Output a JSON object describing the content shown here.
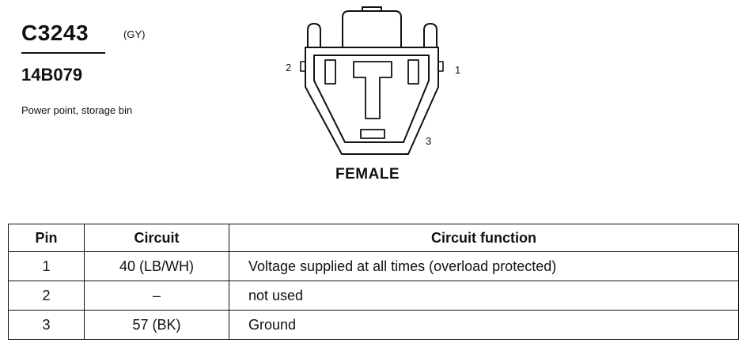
{
  "connector": {
    "id": "C3243",
    "color": "(GY)",
    "part_number": "14B079",
    "description": "Power point, storage bin"
  },
  "diagram": {
    "pin_labels": [
      "2",
      "1",
      "3"
    ],
    "gender": "FEMALE"
  },
  "table": {
    "headers": [
      "Pin",
      "Circuit",
      "Circuit function"
    ],
    "rows": [
      [
        "1",
        "40 (LB/WH)",
        "Voltage supplied at all times (overload protected)"
      ],
      [
        "2",
        "–",
        "not used"
      ],
      [
        "3",
        "57 (BK)",
        "Ground"
      ]
    ]
  }
}
